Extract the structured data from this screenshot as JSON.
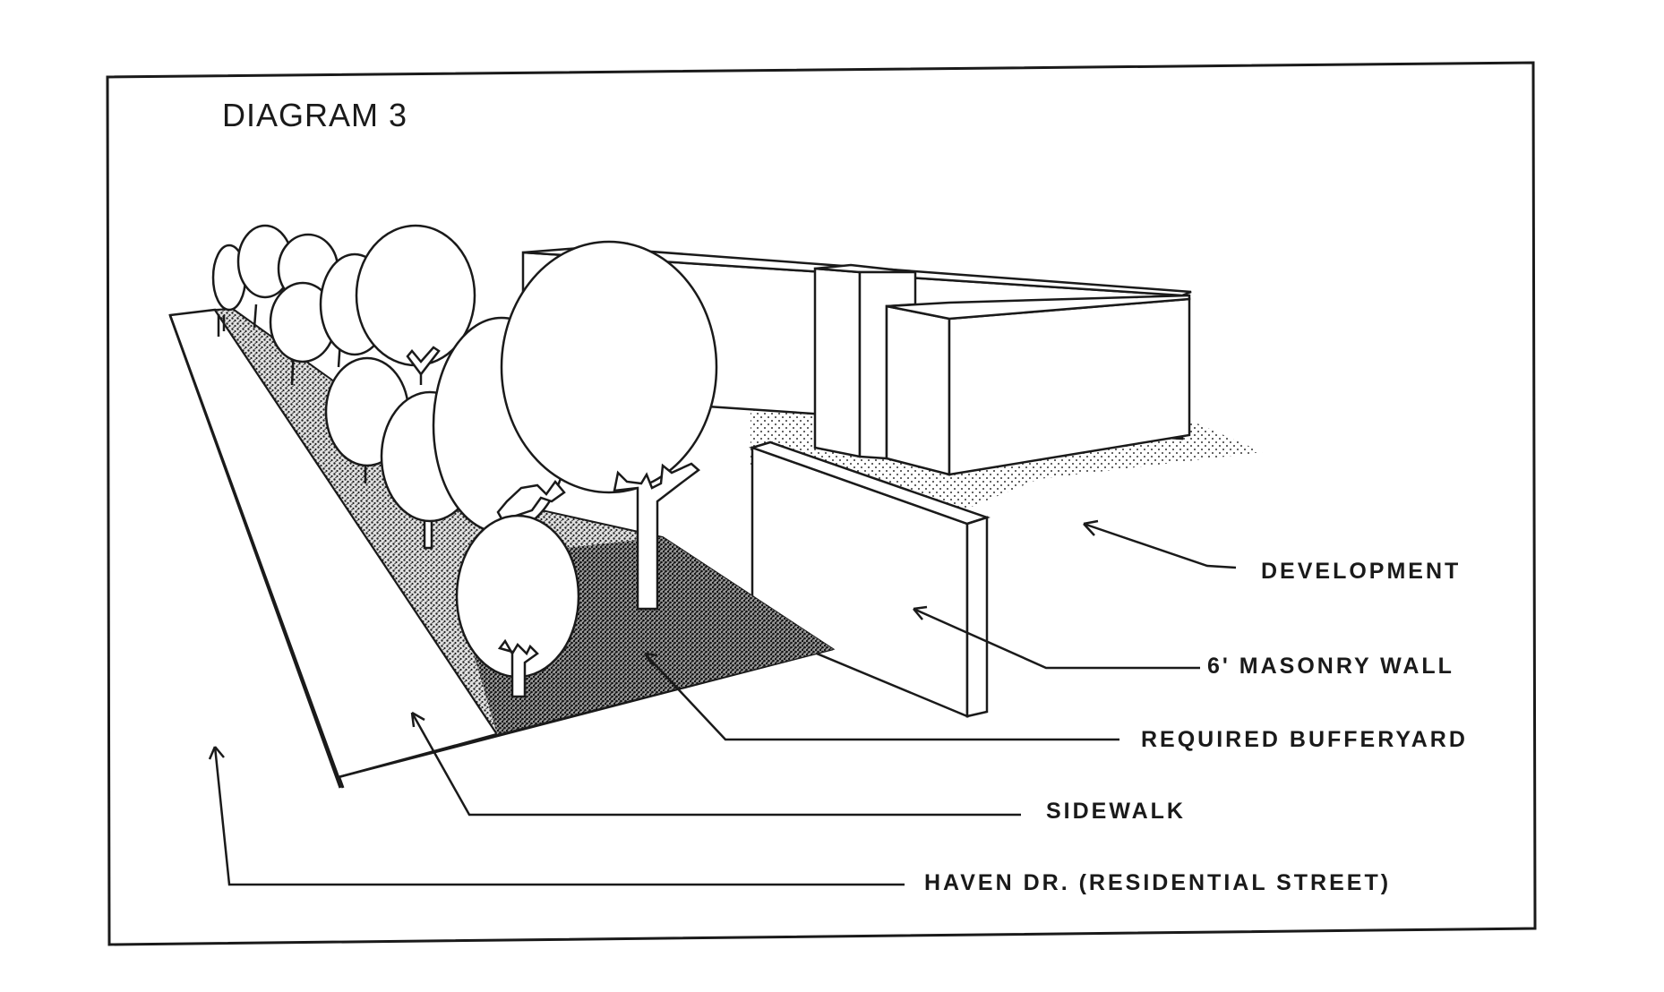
{
  "diagram": {
    "title": "DIAGRAM 3",
    "labels": {
      "development": "DEVELOPMENT",
      "masonry_wall": "6' MASONRY WALL",
      "bufferyard": "REQUIRED BUFFERYARD",
      "sidewalk": "SIDEWALK",
      "street": "HAVEN DR. (RESIDENTIAL STREET)"
    }
  }
}
